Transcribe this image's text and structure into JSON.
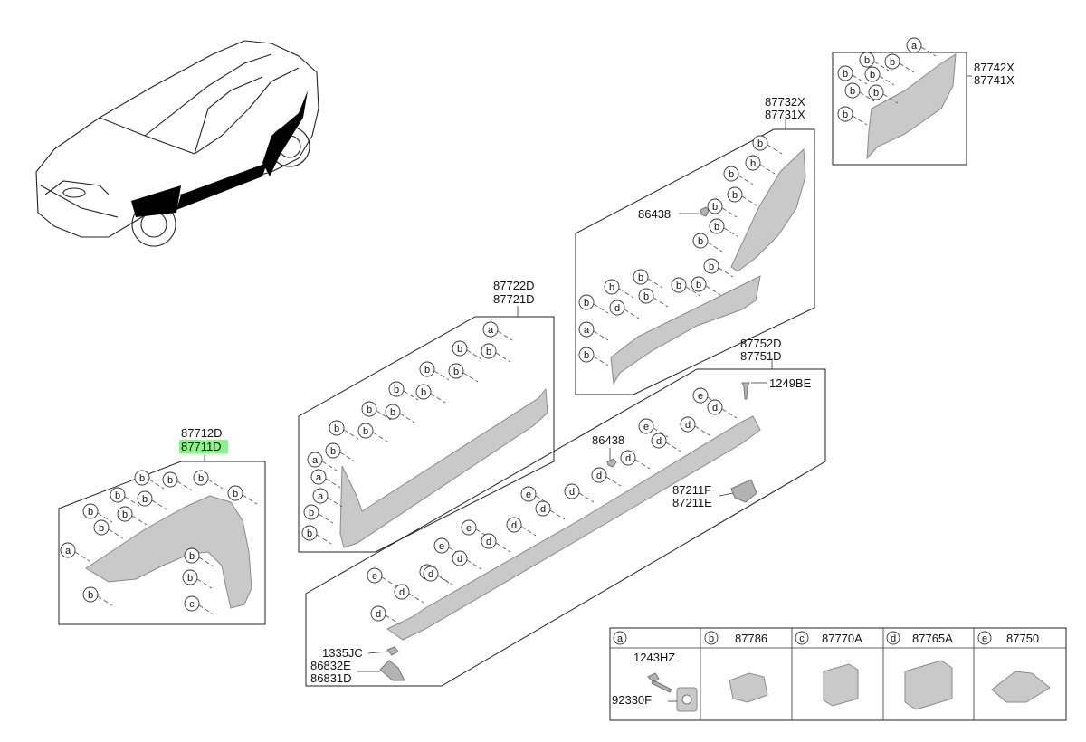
{
  "diagram": {
    "groups": {
      "fender": {
        "labels": [
          "87712D",
          "87711D"
        ],
        "highlighted": "87711D"
      },
      "door_lower": {
        "labels": [
          "87722D",
          "87721D"
        ]
      },
      "rear_arch": {
        "labels": [
          "87732X",
          "87731X"
        ]
      },
      "rear_bumper_side": {
        "labels": [
          "87742X",
          "87741X"
        ]
      },
      "side_sill": {
        "labels": [
          "87752D",
          "87751D"
        ]
      }
    },
    "parts": {
      "p86438_upper": "86438",
      "p86438_lower": "86438",
      "p1249BE": "1249BE",
      "p87211F": "87211F",
      "p87211E": "87211E",
      "p1335JC": "1335JC",
      "p86832E": "86832E",
      "p86831D": "86831D"
    },
    "legend": {
      "a": {
        "key": "a",
        "parts": [
          "1243HZ",
          "92330F"
        ]
      },
      "b": {
        "key": "b",
        "part": "87786"
      },
      "c": {
        "key": "c",
        "part": "87770A"
      },
      "d": {
        "key": "d",
        "part": "87765A"
      },
      "e": {
        "key": "e",
        "part": "87750"
      }
    },
    "callout_letters": [
      "a",
      "b",
      "c",
      "d",
      "e"
    ]
  }
}
